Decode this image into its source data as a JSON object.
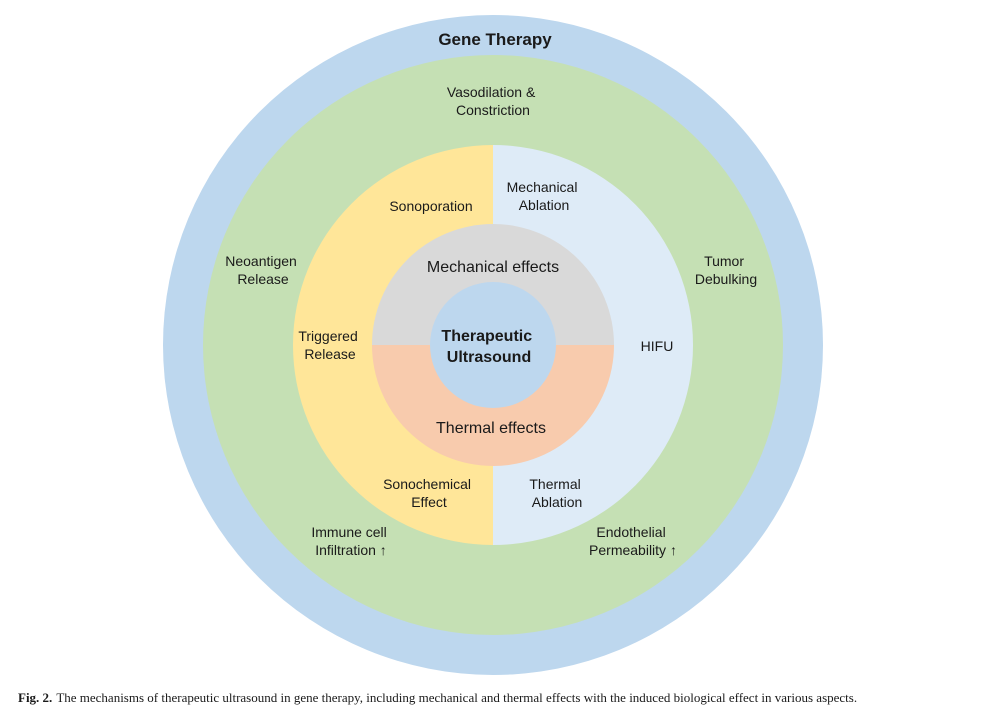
{
  "colors": {
    "outer_ring": "#bdd7ee",
    "middle_ring": "#c5e0b4",
    "left_half": "#ffe699",
    "right_half": "#deebf7",
    "mechanical": "#d9d9d9",
    "thermal": "#f8cbad",
    "core": "#bdd7ee"
  },
  "diagram": {
    "outer_title": "Gene Therapy",
    "center": [
      "Therapeutic",
      "Ultrasound"
    ],
    "inner_top": "Mechanical effects",
    "inner_bottom": "Thermal effects",
    "middle_ring": {
      "top": [
        "Vasodilation &",
        "Constriction"
      ],
      "left": [
        "Neoantigen",
        "Release"
      ],
      "right": [
        "Tumor",
        "Debulking"
      ],
      "bottom_left": [
        "Immune cell",
        "Infiltration ↑"
      ],
      "bottom_right": [
        "Endothelial",
        "Permeability ↑"
      ]
    },
    "yellow_half": {
      "sonoporation": "Sonoporation",
      "triggered_release": [
        "Triggered",
        "Release"
      ],
      "sonochemical": [
        "Sonochemical",
        "Effect"
      ]
    },
    "blue_half": {
      "mechanical_ablation": [
        "Mechanical",
        "Ablation"
      ],
      "hifu": "HIFU",
      "thermal_ablation": [
        "Thermal",
        "Ablation"
      ]
    }
  },
  "caption": {
    "label": "Fig. 2.",
    "text": "The mechanisms of therapeutic ultrasound in gene therapy, including mechanical and thermal effects with the induced biological effect in various aspects."
  }
}
